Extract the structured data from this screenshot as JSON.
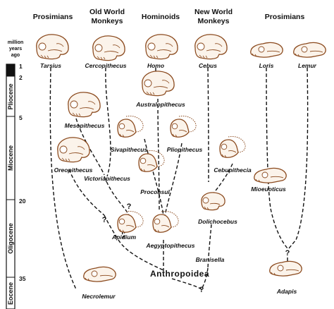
{
  "headers": {
    "prosimians_left": "Prosimians",
    "old_world_line1": "Old World",
    "old_world_line2": "Monkeys",
    "hominoids": "Hominoids",
    "new_world_line1": "New World",
    "new_world_line2": "Monkeys",
    "prosimians_right": "Prosimians"
  },
  "axis": {
    "note_line1": "million",
    "note_line2": "years",
    "note_line3": "ago",
    "ticks": [
      "1",
      "2",
      "5",
      "20",
      "35"
    ],
    "epochs": [
      "Pliocene",
      "Miocene",
      "Oligocene",
      "Eocene"
    ]
  },
  "taxa": {
    "tarsius": "Tarsius",
    "cercopithecus": "Cercopithecus",
    "homo": "Homo",
    "cebus": "Cebus",
    "loris": "Loris",
    "lemur": "Lemur",
    "australopithecus": "Australopithecus",
    "mesopithecus": "Mesopithecus",
    "sivapithecus": "Sivapithecus",
    "pliopithecus": "Pliopithecus",
    "oreopithecus": "Oreopithecus",
    "victoriapithecus": "Victoriapithecus",
    "cebupithecia": "Cebupithecia",
    "proconsul": "Proconsul",
    "mioeuoticus": "Mioeuoticus",
    "dolichocebus": "Dolichocebus",
    "apidium": "Apidium",
    "aegyptopithecus": "Aegyptopithecus",
    "branisella": "Branisella",
    "anthropoidea": "Anthropoidea",
    "necrolemur": "Necrolemur",
    "adapis": "Adapis"
  },
  "question_marks": [
    "?",
    "?",
    "?",
    "?"
  ]
}
